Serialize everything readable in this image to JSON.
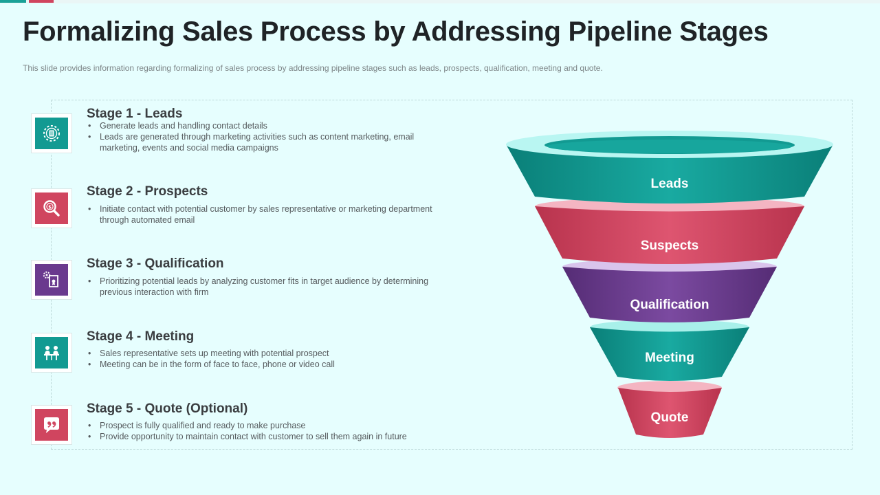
{
  "slide": {
    "title": "Formalizing Sales Process by Addressing Pipeline Stages",
    "subtitle": "This slide provides information regarding formalizing of sales process by addressing pipeline stages such as leads, prospects, qualification, meeting and quote."
  },
  "colors": {
    "teal": "#129a92",
    "crimson": "#d0455f",
    "purple": "#6a3a8e",
    "background": "#e6fefe"
  },
  "stages": [
    {
      "title": "Stage 1 - Leads",
      "icon": "document-gear-icon",
      "bullets": [
        "Generate leads and handling contact details",
        "Leads are generated through marketing activities such as content marketing, email marketing, events and social media campaigns"
      ]
    },
    {
      "title": "Stage 2 - Prospects",
      "icon": "magnifier-dollar-icon",
      "bullets": [
        "Initiate contact with potential customer by sales representative or marketing department through automated email"
      ]
    },
    {
      "title": "Stage 3 - Qualification",
      "icon": "certificate-gear-icon",
      "bullets": [
        "Prioritizing potential leads by analyzing customer fits in target audience by determining previous interaction with firm"
      ]
    },
    {
      "title": "Stage 4 - Meeting",
      "icon": "meeting-table-icon",
      "bullets": [
        "Sales representative sets up meeting with potential prospect",
        "Meeting can be in the form of face to face, phone or video call"
      ]
    },
    {
      "title": "Stage 5 - Quote (Optional)",
      "icon": "quote-bubble-icon",
      "bullets": [
        "Prospect is fully qualified and ready to make purchase",
        "Provide opportunity to maintain contact with customer to sell them again in future"
      ]
    }
  ],
  "funnel": {
    "levels": [
      "Leads",
      "Suspects",
      "Qualification",
      "Meeting",
      "Quote"
    ]
  }
}
